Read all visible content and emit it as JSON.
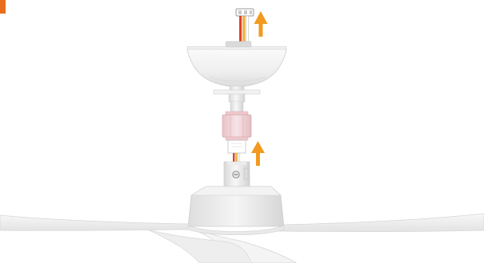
{
  "figure": {
    "kind": "ceiling-fan-assembly-illustration",
    "steps_shown": 2,
    "arrow_direction": "up",
    "colors": {
      "background": "#ffffff",
      "marker": "#e86d1c",
      "arrow": "#f29a1f",
      "body_light": "#f6f6f6",
      "body_mid": "#e8e8e8",
      "body_shadow": "#cfcfcf",
      "coupler": "#f1d2d6",
      "wire_red": "#e0402a",
      "wire_yellow": "#e8b23a",
      "wire_white": "#ffffff"
    },
    "icons": [
      "upward-arrow-icon",
      "upward-arrow-icon"
    ]
  }
}
